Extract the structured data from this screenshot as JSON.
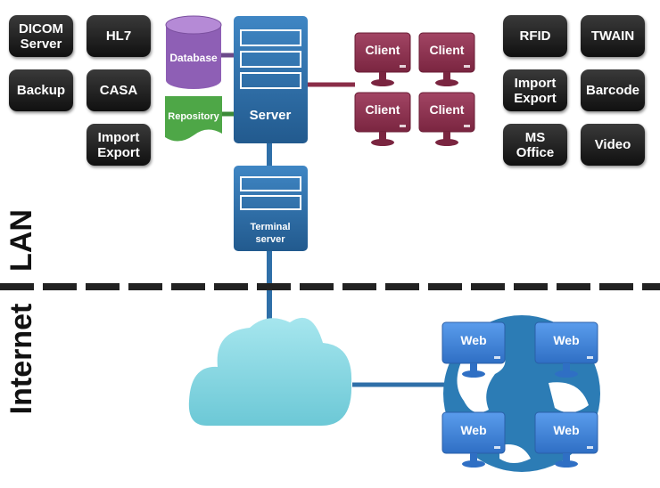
{
  "left_tiles": [
    "DICOM\nServer",
    "HL7",
    "Backup",
    "CASA",
    "Import\nExport"
  ],
  "right_tiles": [
    "RFID",
    "TWAIN",
    "Import\nExport",
    "Barcode",
    "MS\nOffice",
    "Video"
  ],
  "database_label": "Database",
  "repository_label": "Repository",
  "server_label": "Server",
  "terminal_label": "Terminal\nserver",
  "client_label": "Client",
  "web_label": "Web",
  "lan_label": "LAN",
  "internet_label": "Internet",
  "colors": {
    "tile": "#1a1a1a",
    "server": "#2f6fa8",
    "database": "#8e5fb5",
    "repository": "#4ea747",
    "client": "#8a2d48",
    "web": "#3f84d8",
    "globe": "#2c7cb5",
    "cloud": "#7fd3e0"
  }
}
